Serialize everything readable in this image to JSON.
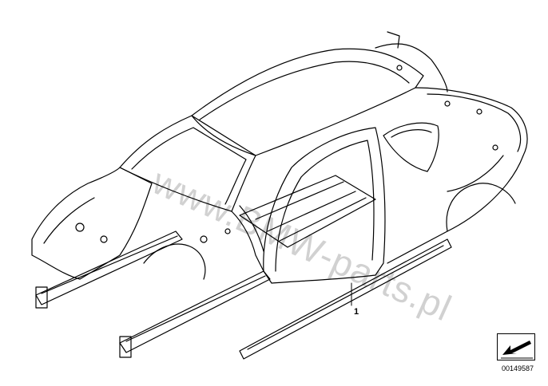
{
  "diagram": {
    "part_label": "1",
    "watermark": "www.BMW-parts.pl",
    "reference_code": "00149587",
    "colors": {
      "line": "#000000",
      "background": "#ffffff",
      "watermark": "#cfcfcf"
    },
    "icons": {
      "reference": "arrow-pointing-down-left-icon"
    }
  }
}
